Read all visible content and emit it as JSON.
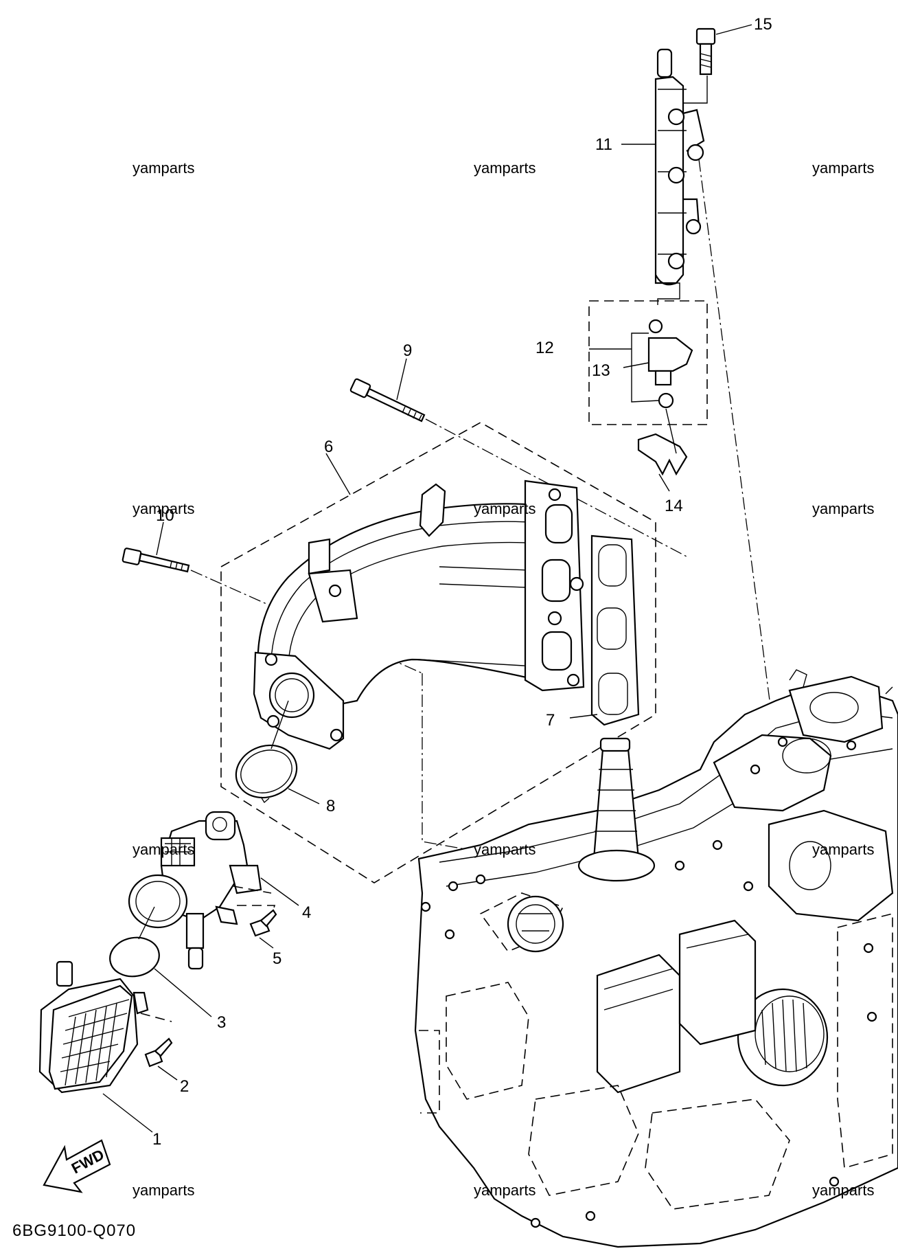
{
  "diagram_code": "6BG9100-Q070",
  "fwd_label": "FWD",
  "watermark": "yamparts",
  "callouts": [
    "1",
    "2",
    "3",
    "4",
    "5",
    "6",
    "7",
    "8",
    "9",
    "10",
    "11",
    "12",
    "13",
    "14",
    "15"
  ]
}
